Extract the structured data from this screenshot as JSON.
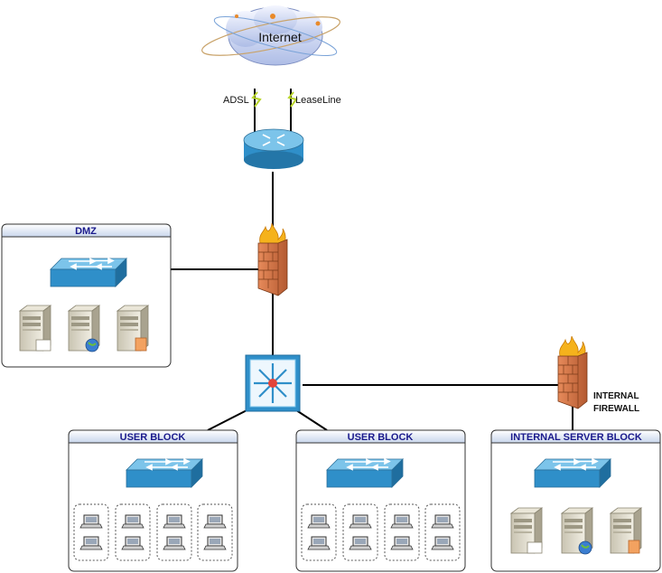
{
  "internet": {
    "label": "Internet"
  },
  "links": {
    "adsl": "ADSL",
    "leaseline": "LeaseLine"
  },
  "blocks": {
    "dmz": "DMZ",
    "user_block_1": "USER BLOCK",
    "user_block_2": "USER BLOCK",
    "internal_server_block": "INTERNAL SERVER BLOCK"
  },
  "internal_firewall": {
    "line1": "INTERNAL",
    "line2": "FIREWALL"
  },
  "colors": {
    "device_blue": "#2f8fc9",
    "device_top": "#7cc4ea",
    "block_title": "#1a1a8c",
    "firewall_brick": "#d9774a",
    "flame": "#f5b21c"
  },
  "icons": [
    "cloud-icon",
    "router-icon",
    "firewall-icon",
    "switch-icon",
    "layer3-switch-icon",
    "server-icon",
    "laptop-icon"
  ]
}
